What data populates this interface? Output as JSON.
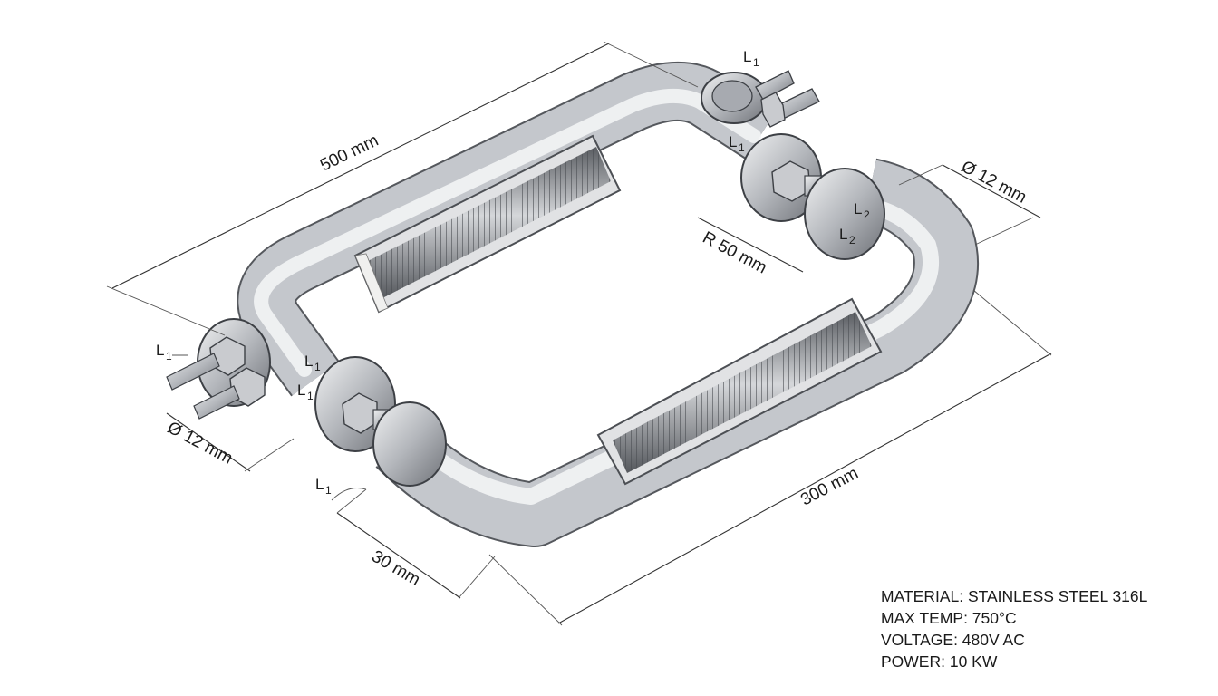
{
  "dimensions": {
    "length_top": "500 mm",
    "length_bottom": "300 mm",
    "bend_radius": "R 50 mm",
    "diameter_right": "Ø 12 mm",
    "diameter_left": "Ø 12 mm",
    "terminal_offset": "30 mm"
  },
  "terminal_tags": {
    "l1_main": "L",
    "l1_sub": "1",
    "l2_main": "L",
    "l2_sub": "2"
  },
  "specs": {
    "material": "MATERIAL: STAINLESS STEEL 316L",
    "max_temp": "MAX TEMP: 750°C",
    "voltage": "VOLTAGE: 480V AC",
    "power": "POWER: 10 KW"
  },
  "colors": {
    "tube_light": "#f2f3f5",
    "tube_mid": "#b9bcc1",
    "tube_dark": "#6f7379",
    "coil": "#8c8f94",
    "line": "#333333"
  }
}
